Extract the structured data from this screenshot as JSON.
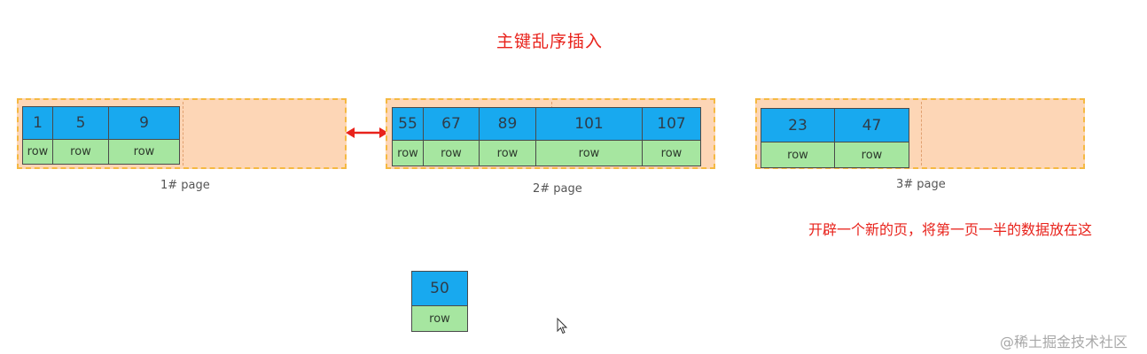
{
  "title": "主键乱序插入",
  "note": "开辟一个新的页，将第一页一半的数据放在这",
  "watermark": "@稀土掘金技术社区",
  "pages": [
    {
      "label": "1#  page",
      "records": [
        {
          "key": "1",
          "row": "row"
        },
        {
          "key": "5",
          "row": "row"
        },
        {
          "key": "9",
          "row": "row"
        }
      ]
    },
    {
      "label": "2#  page",
      "records": [
        {
          "key": "55",
          "row": "row"
        },
        {
          "key": "67",
          "row": "row"
        },
        {
          "key": "89",
          "row": "row"
        },
        {
          "key": "101",
          "row": "row"
        },
        {
          "key": "107",
          "row": "row"
        }
      ]
    },
    {
      "label": "3#  page",
      "records": [
        {
          "key": "23",
          "row": "row"
        },
        {
          "key": "47",
          "row": "row"
        }
      ]
    }
  ],
  "pending_record": {
    "key": "50",
    "row": "row"
  },
  "colors": {
    "key_cell": "#18a9ef",
    "row_cell": "#a6e6a0",
    "page_fill": "#fdd6b6",
    "page_border": "#f5b942",
    "annotation_text": "#e8221b",
    "link_arrow": "#e8221b"
  }
}
